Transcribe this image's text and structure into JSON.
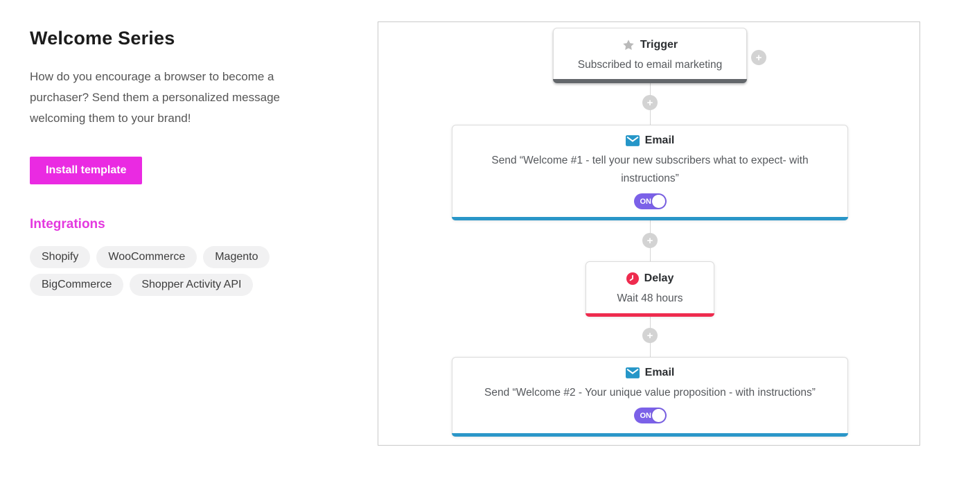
{
  "page": {
    "title": "Welcome Series",
    "description": "How do you encourage a browser to become a purchaser? Send them a personalized message welcoming them to your brand!",
    "install_button_label": "Install template",
    "integrations_heading": "Integrations",
    "integrations": [
      "Shopify",
      "WooCommerce",
      "Magento",
      "BigCommerce",
      "Shopper Activity API"
    ]
  },
  "workflow": {
    "plus_glyph": "+",
    "nodes": [
      {
        "type": "trigger",
        "icon": "star-icon",
        "title": "Trigger",
        "text": "Subscribed to email marketing",
        "accent": "#63676b"
      },
      {
        "type": "email",
        "icon": "email-icon",
        "title": "Email",
        "text": "Send “Welcome #1 - tell your new subscribers what to expect- with instructions”",
        "accent": "#2a96c8",
        "toggle_state": "ON"
      },
      {
        "type": "delay",
        "icon": "clock-icon",
        "title": "Delay",
        "text": "Wait 48 hours",
        "accent": "#ee2b4e"
      },
      {
        "type": "email",
        "icon": "email-icon",
        "title": "Email",
        "text": "Send “Welcome #2 - Your unique value proposition - with instructions”",
        "accent": "#2a96c8",
        "toggle_state": "ON"
      }
    ]
  },
  "colors": {
    "brand_magenta": "#ea2ae2",
    "integrations_pink": "#e438df",
    "email_accent_blue": "#2a96c8",
    "delay_accent_red": "#ee2b4e",
    "trigger_accent_gray": "#63676b",
    "toggle_purple": "#7b61e8",
    "pill_background": "#f1f1f2"
  }
}
